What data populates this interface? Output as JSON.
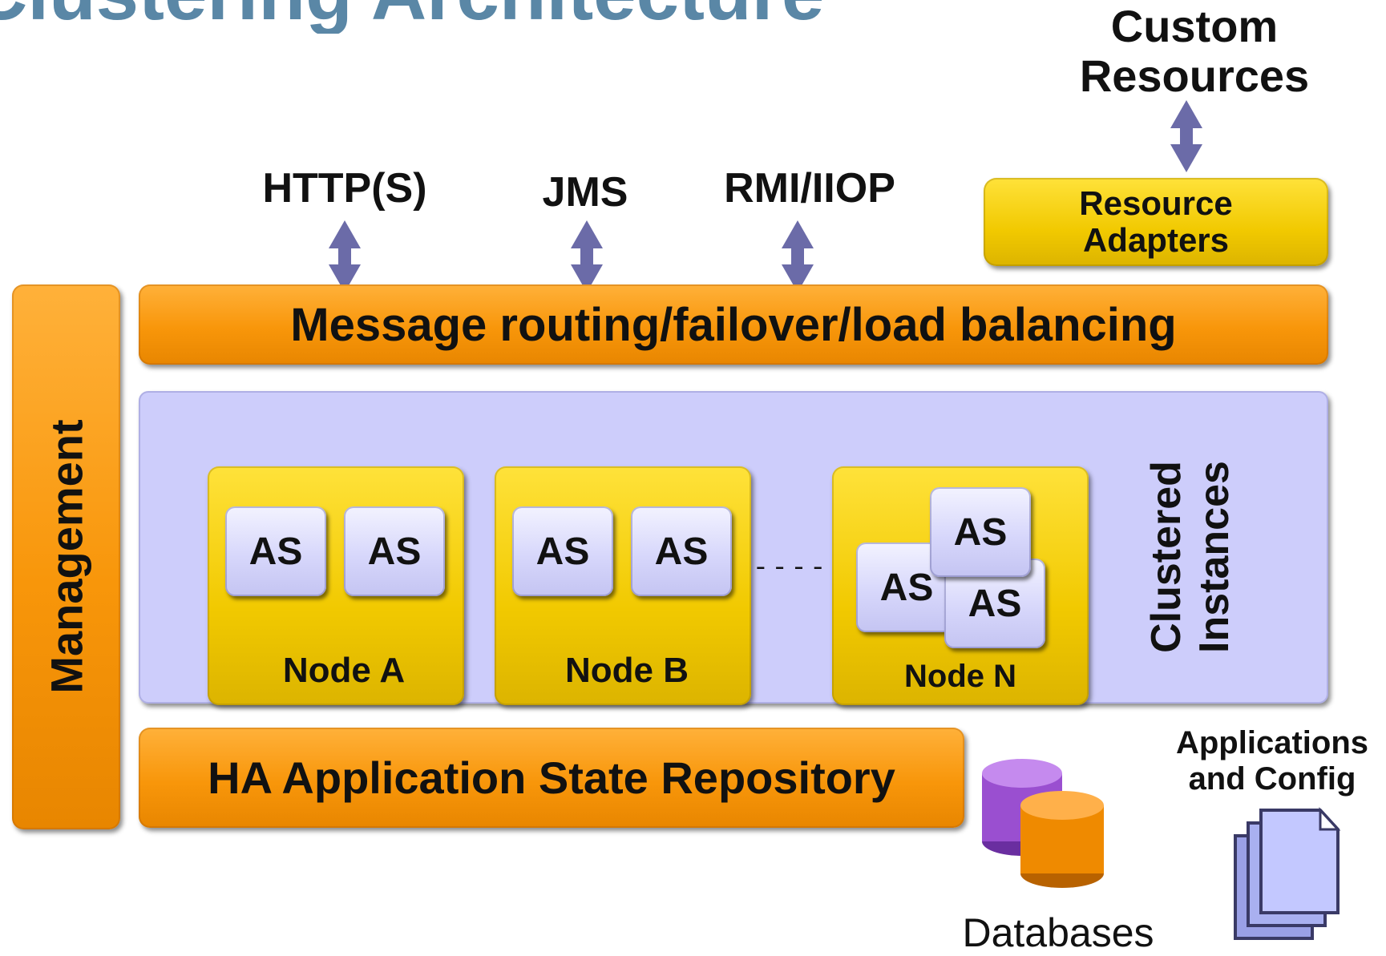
{
  "title": "Clustering Architecture",
  "protocols": [
    {
      "label": "HTTP(S)"
    },
    {
      "label": "JMS"
    },
    {
      "label": "RMI/IIOP"
    }
  ],
  "custom_resources": {
    "label": "Custom\nResources"
  },
  "resource_adapters": {
    "label": "Resource\nAdapters"
  },
  "management": {
    "label": "Management"
  },
  "message_routing": {
    "label": "Message routing/failover/load balancing"
  },
  "clustered_instances": {
    "label": "Clustered\nInstances"
  },
  "nodes": [
    {
      "label": "Node A",
      "instances": [
        "AS",
        "AS"
      ]
    },
    {
      "label": "Node B",
      "instances": [
        "AS",
        "AS"
      ]
    },
    {
      "label": "Node N",
      "instances": [
        "AS",
        "AS",
        "AS"
      ]
    }
  ],
  "ellipsis": "....",
  "ha_repository": {
    "label": "HA Application State Repository"
  },
  "databases": {
    "label": "Databases"
  },
  "applications_config": {
    "label": "Applications\nand Config"
  },
  "colors": {
    "orange": "#f8960a",
    "yellow": "#f1c900",
    "lavender": "#cdcdfb",
    "arrow": "#6b6ba8",
    "title": "#5a87a6",
    "db_purple": "#9a4fd0",
    "db_orange": "#ef8a00"
  },
  "icons": [
    "double-arrow-icon",
    "database-icon",
    "documents-icon"
  ]
}
